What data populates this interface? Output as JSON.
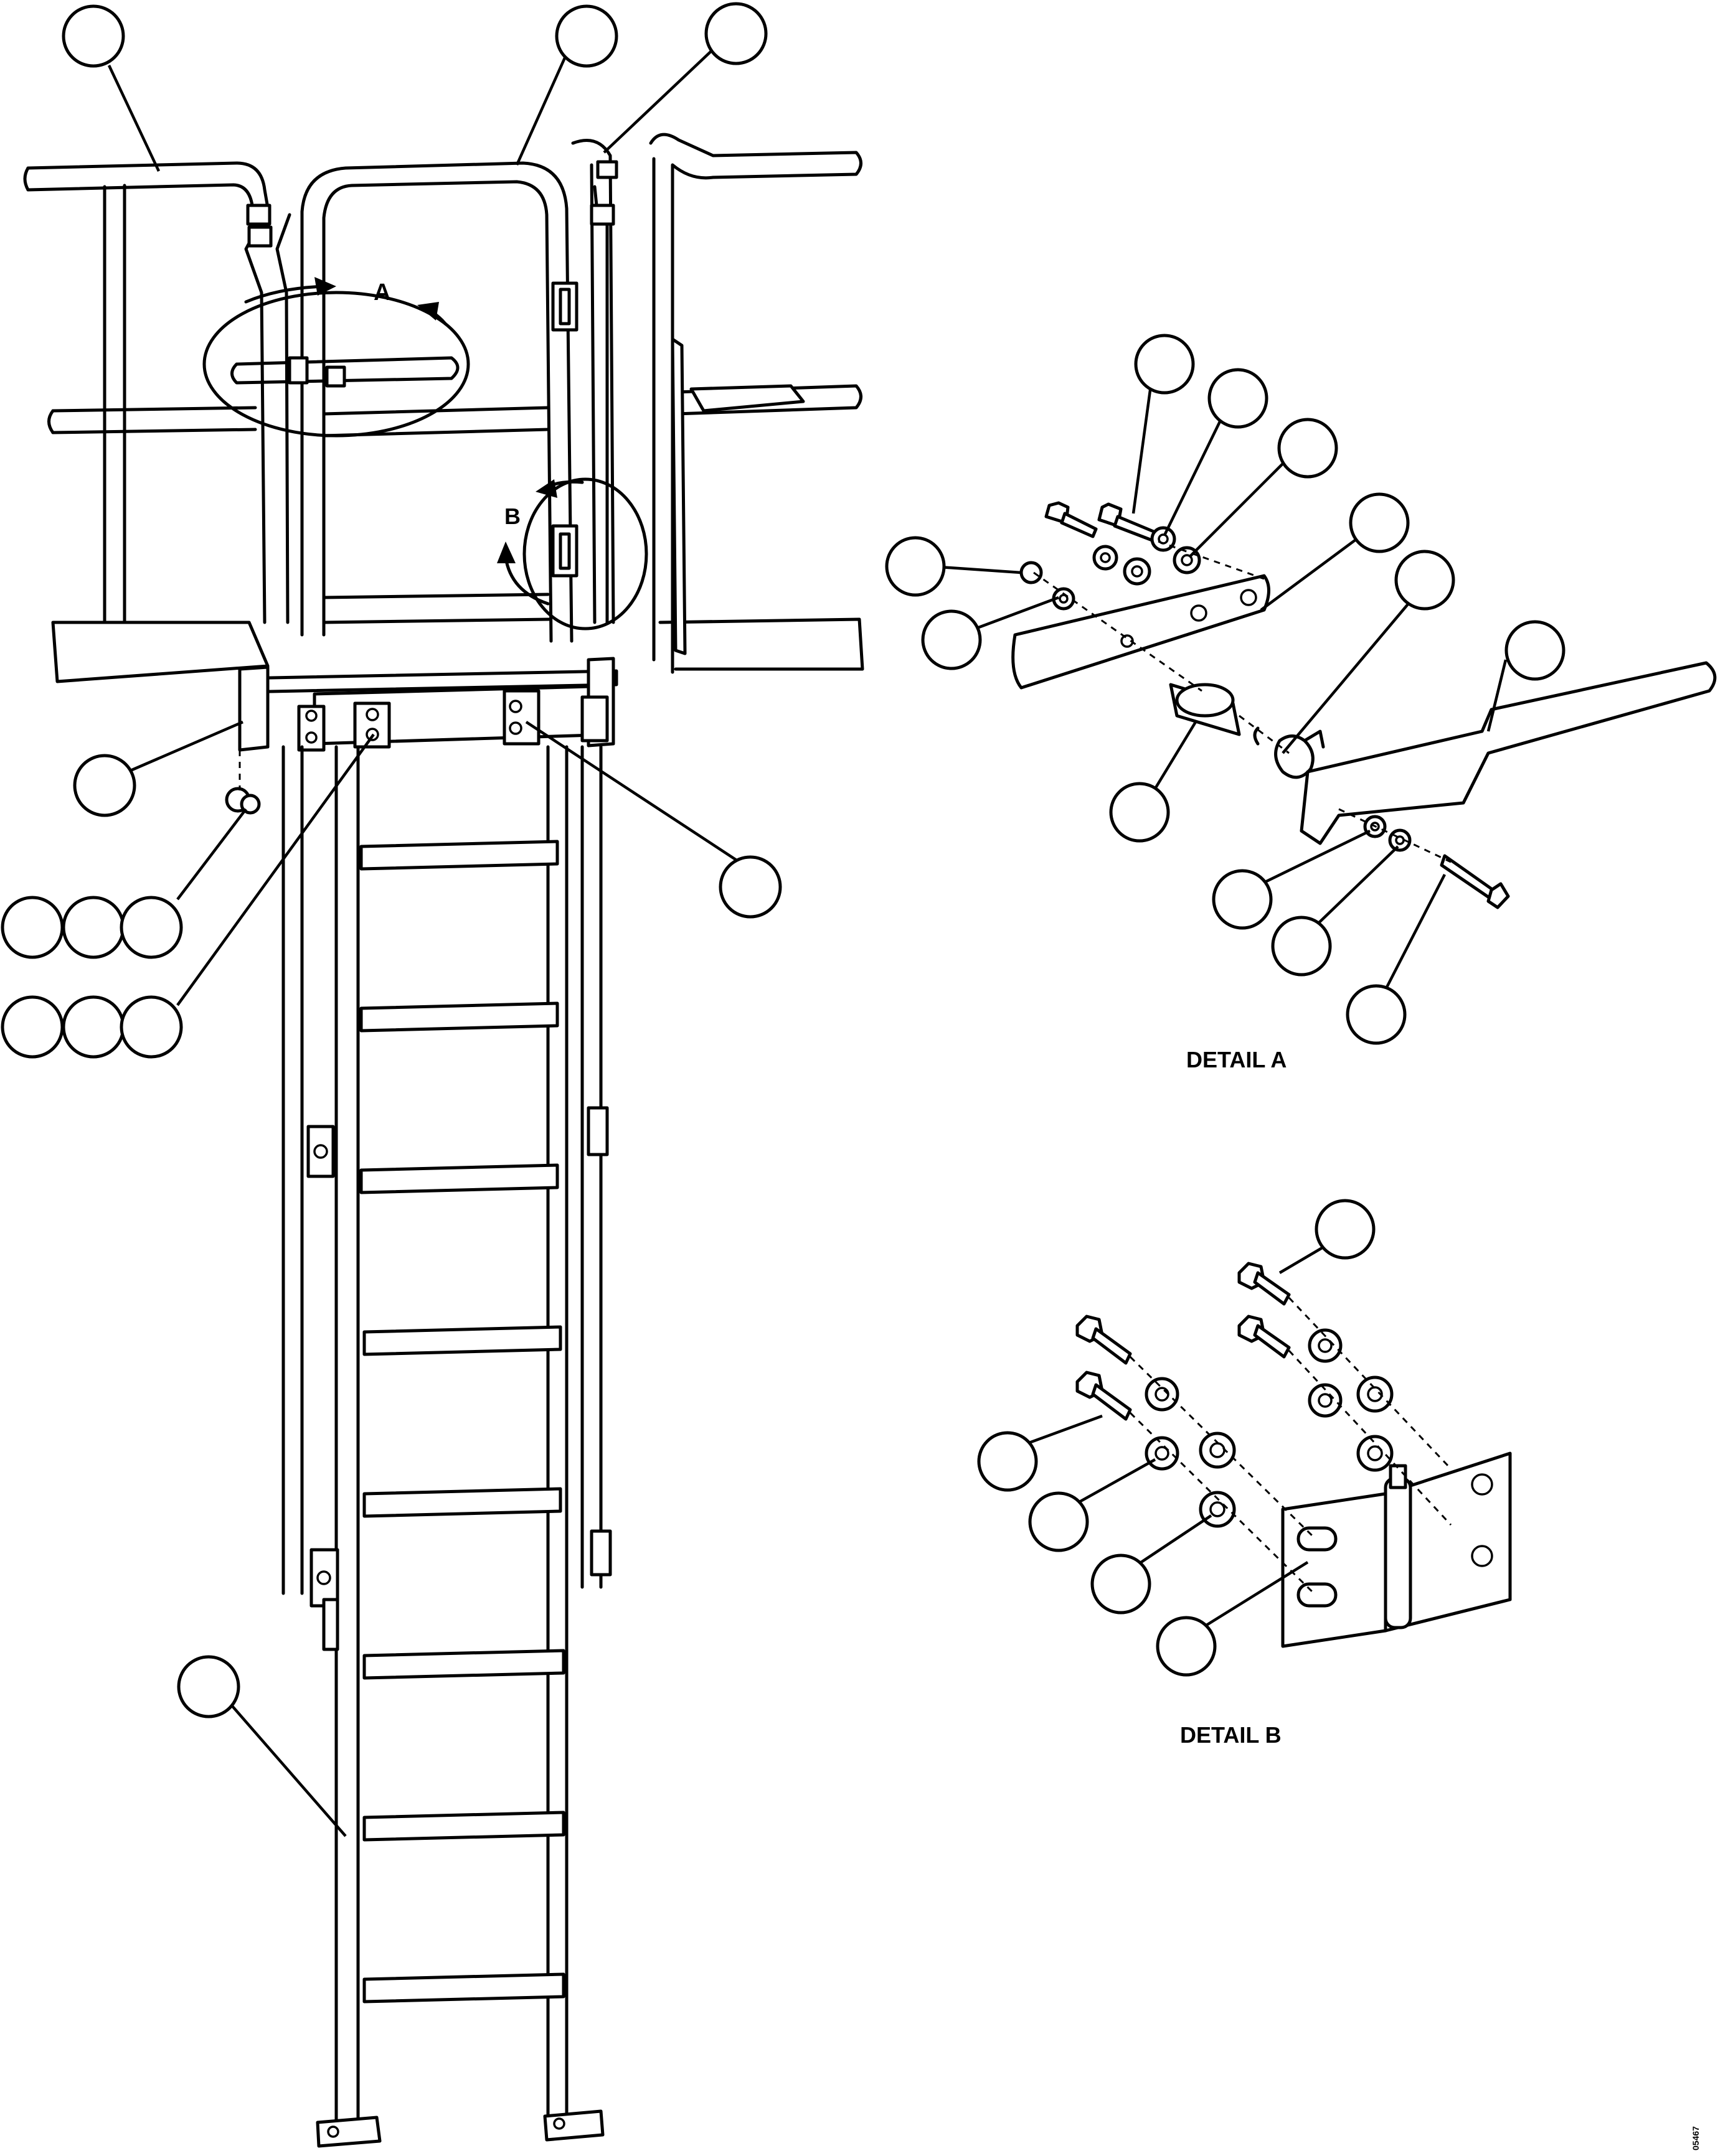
{
  "figure": {
    "detail_marker_a": "A",
    "detail_marker_b": "B",
    "detail_a_caption": "DETAIL A",
    "detail_b_caption": "DETAIL B",
    "figure_code": "05467"
  },
  "colors": {
    "line": "#000000",
    "background": "#ffffff"
  }
}
